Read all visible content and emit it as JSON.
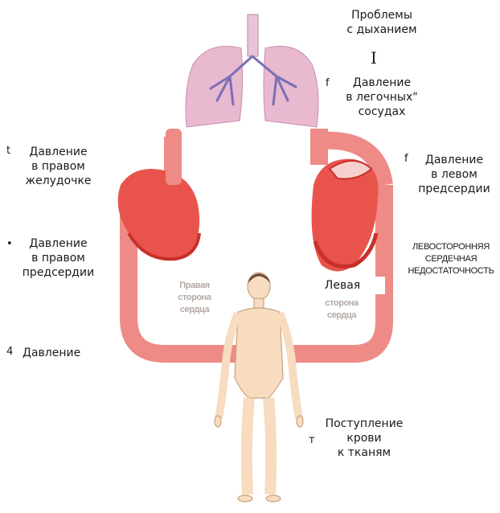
{
  "labels": {
    "breathing": [
      "Проблемы",
      "с дыханием"
    ],
    "breathing_marker": "I",
    "lung_pressure_marker": "f",
    "lung_pressure": [
      "Давление",
      "в легочных\"",
      "сосудах"
    ],
    "left_atrium_marker": "f",
    "left_atrium": [
      "Давление",
      "в левом",
      "предсердии"
    ],
    "right_ventricle_marker": "t",
    "right_ventricle": [
      "Давление",
      "в правом",
      "желудочке"
    ],
    "right_atrium_marker": "•",
    "right_atrium": [
      "Давление",
      "в правом",
      "предсердии"
    ],
    "pressure_marker": "4",
    "pressure": "Давление",
    "left_failure": [
      "ЛЕВОСТОРОННЯЯ",
      "СЕРДЕЧНАЯ",
      "НЕДОСТАТОЧНОСТЬ"
    ],
    "left_word": "Левая",
    "right_side_heart": [
      "Правая",
      "сторона",
      "сердца"
    ],
    "left_side_heart_rest": [
      "сторона",
      "сердца"
    ],
    "tissue_marker": "т",
    "tissue": [
      "Поступление",
      "крови",
      "к тканям"
    ]
  },
  "colors": {
    "vessel": "#ee8b86",
    "vessel_dark": "#e06f68",
    "heart": "#e8544c",
    "heart_dark": "#c9302a",
    "lungs": "#e8b9cf",
    "bronchi": "#7b6fb6",
    "skin": "#f7dcc0",
    "skin_line": "#c9a27f"
  }
}
